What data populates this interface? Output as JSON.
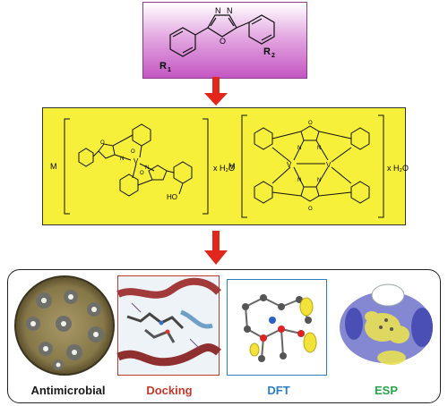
{
  "top_compound": {
    "n_label": "N",
    "o_label": "O",
    "r1_label": "R",
    "r1_sub": "1",
    "r2_label": "R",
    "r2_sub": "2"
  },
  "complex_box": {
    "left": {
      "metal": "M",
      "water": "x H₂O",
      "oh": "HO",
      "v_label": "V"
    },
    "right": {
      "metal": "M",
      "water": "x H₂O",
      "v_label": "V"
    }
  },
  "panels": [
    {
      "label": "Antimicrobial",
      "color": "#1a1a1a"
    },
    {
      "label": "Docking",
      "color": "#c0392b"
    },
    {
      "label": "DFT",
      "color": "#2a7fc4"
    },
    {
      "label": "ESP",
      "color": "#2aa24a"
    }
  ],
  "colors": {
    "purple_box": "#c456c2",
    "yellow_box": "#f6f03a",
    "arrow": "#e3261c"
  }
}
